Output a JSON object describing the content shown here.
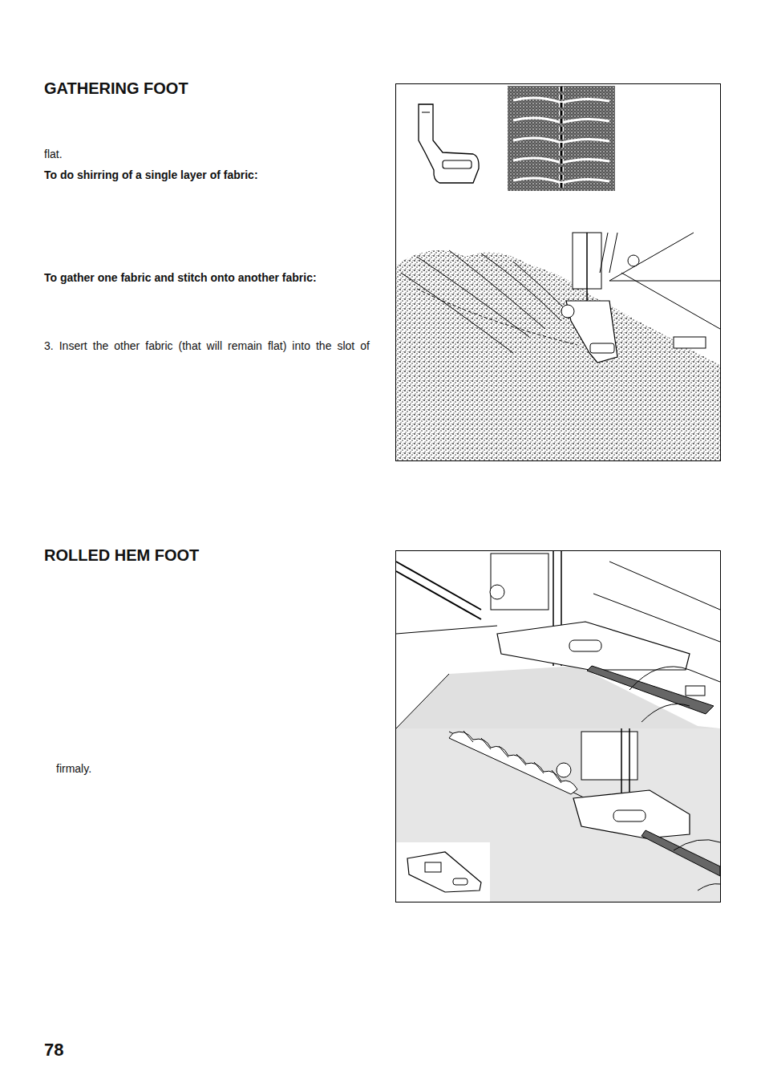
{
  "diagram": {
    "title": "GATHERING FOOT",
    "labels": [
      "flat.",
      "To do shirring of a single layer of fabric:",
      "To gather one fabric and stitch onto another fabric:",
      "3. Insert the other fabric (that will remain flat) into the slot of",
      "ROLLED HEM FOOT",
      "firmaly.",
      "78"
    ]
  }
}
